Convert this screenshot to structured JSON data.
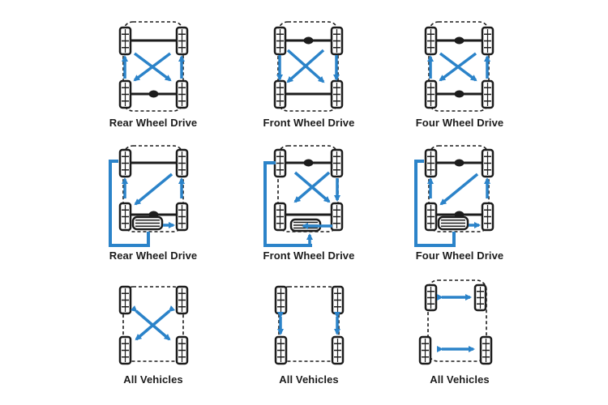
{
  "colors": {
    "arrow": "#2b83c9",
    "ink": "#1c1c1c",
    "background": "#ffffff"
  },
  "captions": [
    "Rear Wheel Drive",
    "Front Wheel Drive",
    "Four Wheel Drive",
    "Rear Wheel Drive",
    "Front Wheel Drive",
    "Four Wheel Drive",
    "All Vehicles",
    "All Vehicles",
    "All Vehicles"
  ],
  "diagrams": [
    {
      "pattern": "rearward-cross",
      "drive_axle": "rear"
    },
    {
      "pattern": "forward-cross",
      "drive_axle": "front"
    },
    {
      "pattern": "rearward-cross",
      "drive_axle": "front-and-rear"
    },
    {
      "pattern": "rearward-cross-with-spare",
      "drive_axle": "rear"
    },
    {
      "pattern": "forward-cross-with-spare",
      "drive_axle": "front"
    },
    {
      "pattern": "rearward-cross-with-spare",
      "drive_axle": "front-and-rear"
    },
    {
      "pattern": "x-pattern",
      "drive_axle": "none"
    },
    {
      "pattern": "front-to-rear",
      "drive_axle": "none"
    },
    {
      "pattern": "side-to-side",
      "drive_axle": "none"
    }
  ]
}
